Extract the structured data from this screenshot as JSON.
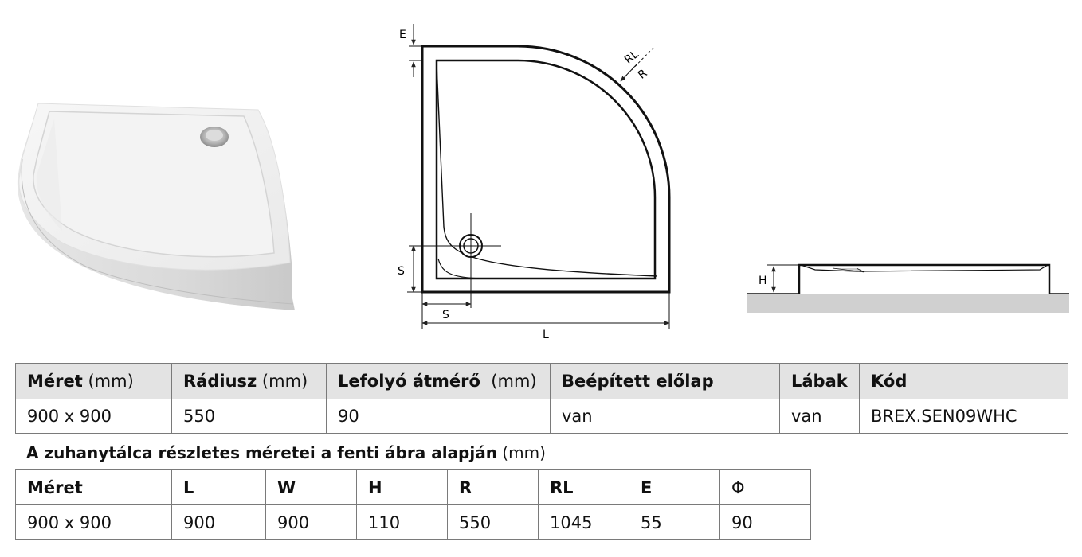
{
  "drawing": {
    "labels": {
      "E": "E",
      "RL": "RL",
      "R": "R",
      "S_vertical": "S",
      "S_horizontal": "S",
      "L": "L",
      "H": "H"
    }
  },
  "specs_table": {
    "headers": [
      {
        "bold": "Méret",
        "normal": " (mm)"
      },
      {
        "bold": "Rádiusz",
        "normal": " (mm)"
      },
      {
        "bold": "Lefolyó átmérő",
        "normal": "  (mm)"
      },
      {
        "bold": "Beépített előlap",
        "normal": ""
      },
      {
        "bold": "Lábak",
        "normal": ""
      },
      {
        "bold": "Kód",
        "normal": ""
      }
    ],
    "row": [
      "900 x 900",
      "550",
      "90",
      "van",
      "van",
      "BREX.SEN09WHC"
    ]
  },
  "caption": {
    "bold": "A zuhanytálca részletes méretei a fenti ábra alapján",
    "normal": " (mm)"
  },
  "dims_table": {
    "headers": [
      "Méret",
      "L",
      "W",
      "H",
      "R",
      "RL",
      "E",
      "Φ"
    ],
    "row": [
      "900 x 900",
      "900",
      "900",
      "110",
      "550",
      "1045",
      "55",
      "90"
    ]
  }
}
